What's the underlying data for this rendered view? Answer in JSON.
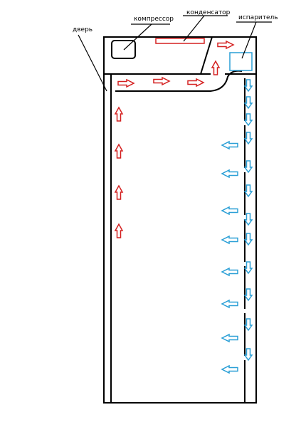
{
  "labels": {
    "door": "дверь",
    "compressor": "компрессор",
    "condenser": "конденсатор",
    "evaporator": "испаритель"
  },
  "colors": {
    "outline": "#000000",
    "warm_air": "#d42020",
    "cold_air": "#2a9fd6",
    "evaporator": "#2a9fd6",
    "condenser": "#d42020"
  },
  "icons": {
    "warm_arrow": "arrow-red-outline",
    "cold_arrow": "arrow-blue-outline"
  }
}
